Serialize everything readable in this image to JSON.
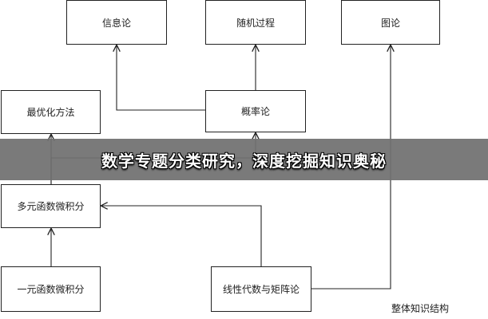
{
  "diagram": {
    "nodes": {
      "info_theory": "信息论",
      "stochastic_process": "随机过程",
      "graph_theory": "图论",
      "optimization_methods": "最优化方法",
      "probability_theory": "概率论",
      "multivariable_calculus": "多元函数微积分",
      "single_variable_calculus": "一元函数微积分",
      "linear_algebra_matrix": "线性代数与矩阵论"
    },
    "edges": [
      {
        "from": "probability_theory",
        "to": "info_theory"
      },
      {
        "from": "probability_theory",
        "to": "stochastic_process"
      },
      {
        "from": "linear_algebra_matrix",
        "to": "graph_theory"
      },
      {
        "from": "multivariable_calculus",
        "to": "optimization_methods"
      },
      {
        "from": "multivariable_calculus",
        "to": "probability_theory"
      },
      {
        "from": "single_variable_calculus",
        "to": "multivariable_calculus"
      },
      {
        "from": "linear_algebra_matrix",
        "to": "multivariable_calculus"
      }
    ],
    "caption": "整体知识结构"
  },
  "banner": {
    "title": "数学专题分类研究，深度挖掘知识奥秘"
  },
  "colors": {
    "line": "#222222",
    "banner_bg": "#707070",
    "banner_text": "#ffffff"
  }
}
